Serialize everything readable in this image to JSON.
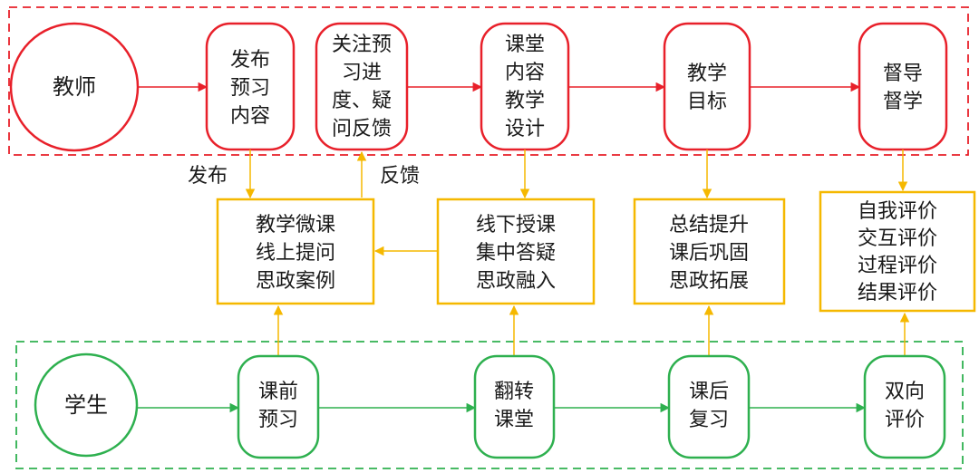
{
  "colors": {
    "teacher": "#e8202a",
    "middle": "#f5b800",
    "student": "#2eb04f",
    "text": "#1a1a1a"
  },
  "teacher_row": {
    "actor": "教师",
    "steps": [
      [
        "发布",
        "预习",
        "内容"
      ],
      [
        "关注预",
        "习进",
        "度、疑",
        "问反馈"
      ],
      [
        "课堂",
        "内容",
        "教学",
        "设计"
      ],
      [
        "教学",
        "目标"
      ],
      [
        "督导",
        "督学"
      ]
    ]
  },
  "middle_row": {
    "boxes": [
      [
        "教学微课",
        "线上提问",
        "思政案例"
      ],
      [
        "线下授课",
        "集中答疑",
        "思政融入"
      ],
      [
        "总结提升",
        "课后巩固",
        "思政拓展"
      ],
      [
        "自我评价",
        "交互评价",
        "过程评价",
        "结果评价"
      ]
    ],
    "publish_label": "发布",
    "feedback_label": "反馈"
  },
  "student_row": {
    "actor": "学生",
    "steps": [
      [
        "课前",
        "预习"
      ],
      [
        "翻转",
        "课堂"
      ],
      [
        "课后",
        "复习"
      ],
      [
        "双向",
        "评价"
      ]
    ]
  }
}
